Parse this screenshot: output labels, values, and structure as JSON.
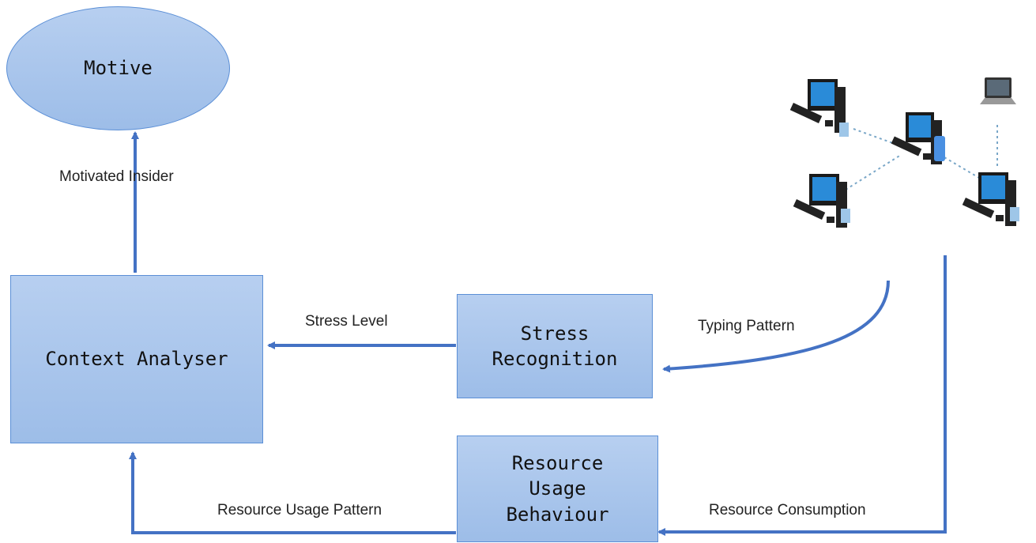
{
  "nodes": {
    "motive": "Motive",
    "context_analyser": "Context Analyser",
    "stress_recognition": "Stress\nRecognition",
    "resource_usage_behaviour": "Resource\nUsage\nBehaviour"
  },
  "edges": {
    "motivated_insider": "Motivated Insider",
    "stress_level": "Stress Level",
    "typing_pattern": "Typing Pattern",
    "resource_usage_pattern": "Resource Usage Pattern",
    "resource_consumption": "Resource Consumption"
  },
  "colors": {
    "arrow": "#4472c4",
    "node_fill": "#a9c5ec",
    "node_border": "#5b8fd6"
  },
  "icons": [
    "network-computers-icon"
  ]
}
